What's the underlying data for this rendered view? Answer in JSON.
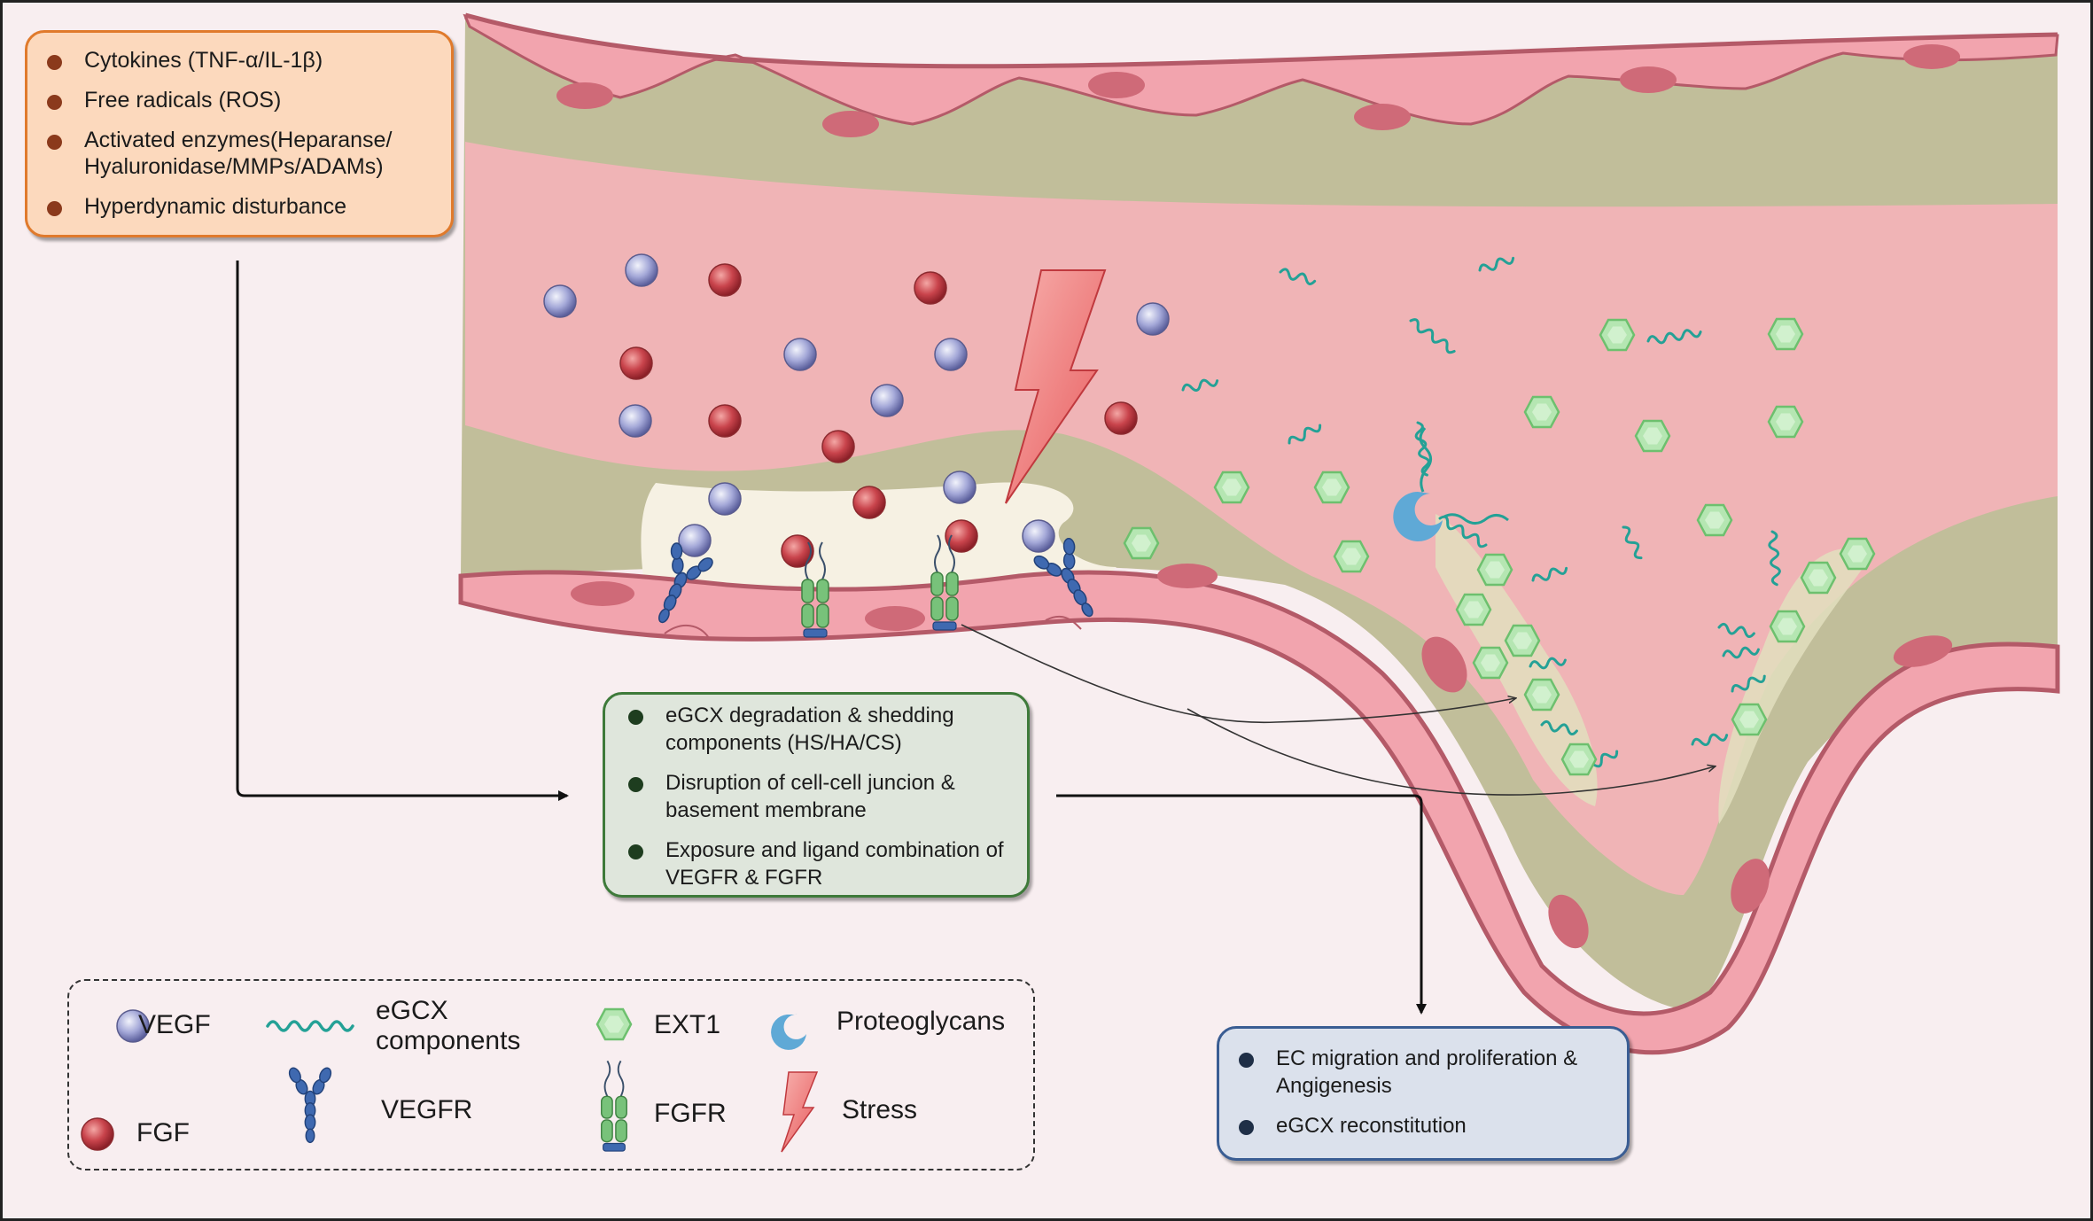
{
  "triggers": {
    "items": [
      "Cytokines (TNF-α/IL-1β)",
      "Free radicals (ROS)",
      "Activated enzymes(Heparanse/ Hyaluronidase/MMPs/ADAMs)",
      "Hyperdynamic disturbance"
    ]
  },
  "mechanisms": {
    "items": [
      "eGCX degradation & shedding components (HS/HA/CS)",
      "Disruption of cell-cell juncion & basement membrane",
      "Exposure and ligand combination of VEGFR & FGFR"
    ]
  },
  "outcomes": {
    "items": [
      "EC migration and proliferation & Angigenesis",
      "eGCX reconstitution"
    ]
  },
  "legend": {
    "vegf": "VEGF",
    "egcx": "eGCX components",
    "ext1": "EXT1",
    "proteoglycans": "Proteoglycans",
    "fgf": "FGF",
    "vegfr": "VEGFR",
    "fgfr": "FGFR",
    "stress": "Stress"
  },
  "colors": {
    "vegf": "#9ea3d3",
    "fgf": "#c9444c",
    "egcx": "#2aa39a",
    "ext1": "#9fdca0",
    "proteoglycans": "#5fa9d6",
    "vegfr": "#3b66ad",
    "fgfr": "#6ab56b",
    "stress": "#ef7777",
    "endothelium": "#f2a4ae",
    "lumen": "#f0b4b6",
    "glycocalyx_layer": "#c1be9a"
  }
}
